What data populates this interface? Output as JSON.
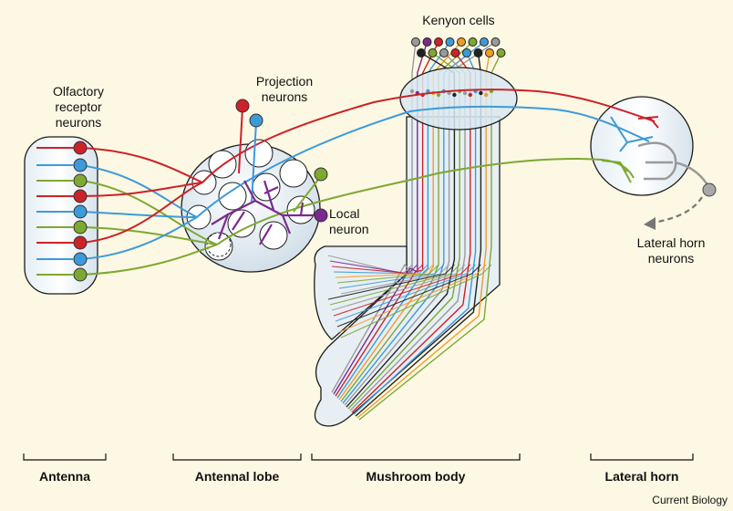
{
  "labels": {
    "olfactory_receptor_neurons": "Olfactory receptor neurons",
    "projection_neurons": "Projection neurons",
    "kenyon_cells": "Kenyon cells",
    "local_neuron": "Local neuron",
    "lateral_horn_neurons": "Lateral horn neurons"
  },
  "sections": [
    "Antenna",
    "Antennal lobe",
    "Mushroom body",
    "Lateral horn"
  ],
  "credit": "Current Biology",
  "colors": {
    "background": "#fdf8e3",
    "red": "#cc2229",
    "blue": "#3d9ad9",
    "green": "#7ea832",
    "purple": "#7b2a8f",
    "gray": "#9a9a9a",
    "orange": "#ef9c2a",
    "black": "#222222"
  },
  "receptor_neuron_colors": [
    "red",
    "blue",
    "green",
    "red",
    "blue",
    "green",
    "red",
    "blue",
    "green"
  ],
  "kenyon_cell_colors": [
    "gray",
    "purple",
    "red",
    "blue",
    "orange",
    "green",
    "blue",
    "gray",
    "black",
    "green",
    "gray",
    "red",
    "blue",
    "black",
    "orange",
    "green"
  ]
}
